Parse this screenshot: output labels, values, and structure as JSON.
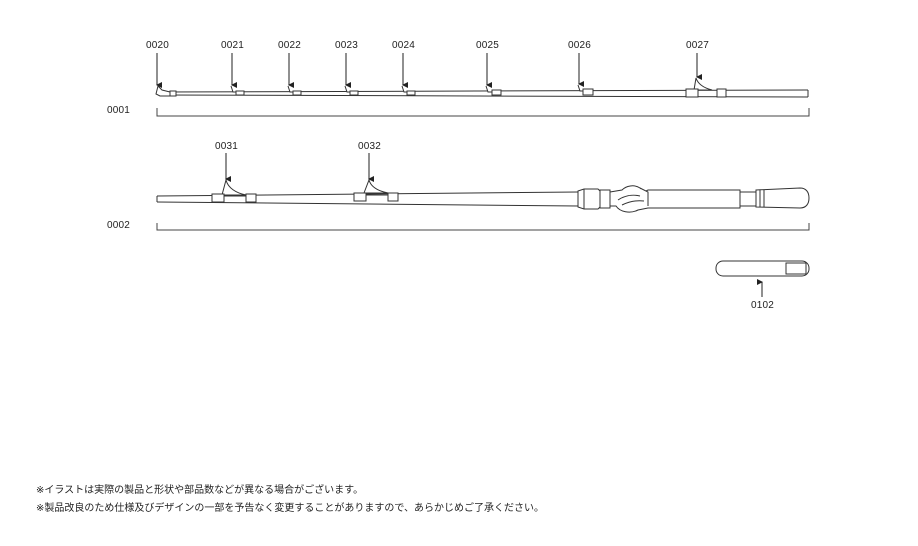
{
  "section_labels": {
    "top_section": "0001",
    "butt_section": "0002",
    "cap": "0102"
  },
  "callouts_top": [
    "0020",
    "0021",
    "0022",
    "0023",
    "0024",
    "0025",
    "0026",
    "0027"
  ],
  "callouts_butt": [
    "0031",
    "0032"
  ],
  "notes": [
    "※イラストは実際の製品と形状や部品数などが異なる場合がございます。",
    "※製品改良のため仕様及びデザインの一部を予告なく変更することがありますので、あらかじめご了承ください。"
  ]
}
